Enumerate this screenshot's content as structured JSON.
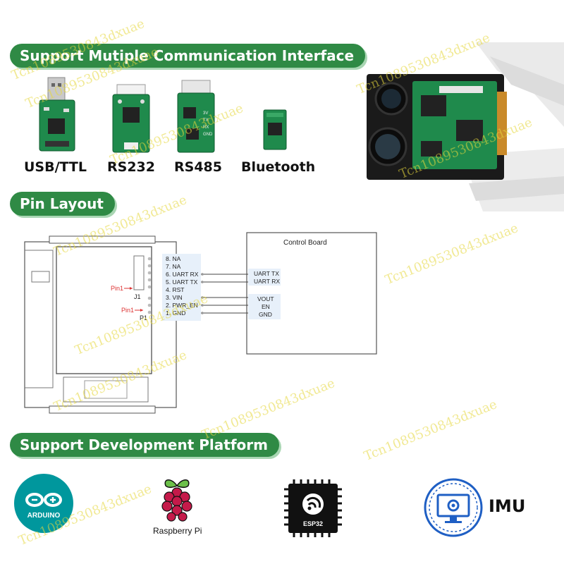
{
  "sections": {
    "interface_title": "Support Mutiple Communication Interface",
    "pin_title": "Pin Layout",
    "platform_title": "Support Development Platform"
  },
  "modules": [
    {
      "label": "USB/TTL"
    },
    {
      "label": "RS232"
    },
    {
      "label": "RS485"
    },
    {
      "label": "Bluetooth"
    }
  ],
  "pin_layout": {
    "pins": [
      "8. NA",
      "7. NA",
      "6. UART RX",
      "5. UART TX",
      "4. RST",
      "3. VIN",
      "2. PWR_EN",
      "1. GND"
    ],
    "connector_j1": "J1",
    "connector_p1": "P1",
    "pin1_marker": "Pin1",
    "control_board": {
      "title": "Control Board",
      "signals": [
        "UART TX",
        "UART RX",
        "VOUT",
        "EN",
        "GND"
      ]
    }
  },
  "platforms": {
    "arduino": "ARDUINO",
    "raspberry": "Raspberry Pi",
    "esp32": "ESP32",
    "imu": "IMU"
  },
  "watermark": "Tcn1089530843dxuae",
  "colors": {
    "banner_green": "#2f8a45",
    "banner_shadow": "#a9d6b3",
    "pcb_green": "#1f8a4c",
    "arduino_teal": "#00979d",
    "raspberry_red": "#c51a4a",
    "imu_blue": "#1f5fc4"
  }
}
